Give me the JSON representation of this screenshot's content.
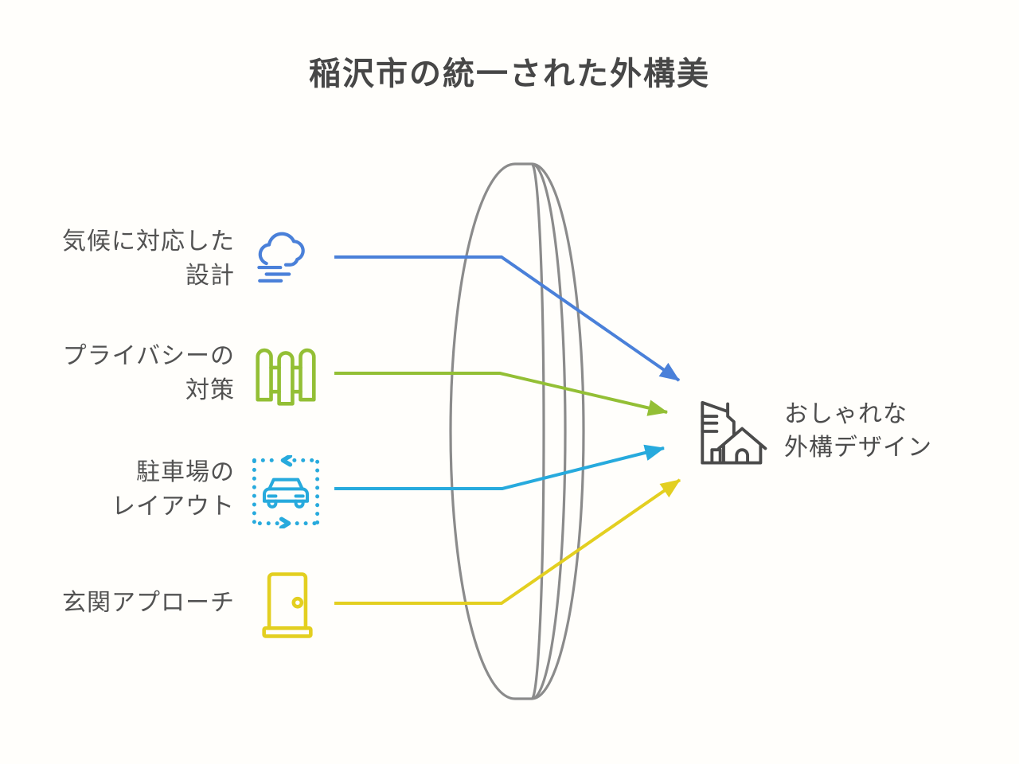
{
  "title": "稲沢市の統一された外構美",
  "colors": {
    "blue": "#4a80d9",
    "green": "#93bf35",
    "cyan": "#27aadd",
    "yellow": "#e3cf20",
    "lens_gray": "#8b8b8b",
    "icon_dark": "#4a4a4a",
    "title_text": "#474747",
    "label_text": "#525252"
  },
  "sources": [
    {
      "id": "climate",
      "label_lines": [
        "気候に対応した",
        "設計"
      ],
      "icon": "wind-cloud-icon",
      "color": "#4a80d9"
    },
    {
      "id": "privacy",
      "label_lines": [
        "プライバシーの",
        "対策"
      ],
      "icon": "fence-icon",
      "color": "#93bf35"
    },
    {
      "id": "parking",
      "label_lines": [
        "駐車場の",
        "レイアウト"
      ],
      "icon": "car-parking-icon",
      "color": "#27aadd"
    },
    {
      "id": "entrance",
      "label_lines": [
        "玄関アプローチ"
      ],
      "icon": "door-icon",
      "color": "#e3cf20"
    }
  ],
  "result": {
    "label_lines": [
      "おしゃれな",
      "外構デザイン"
    ],
    "icon": "building-house-icon",
    "color": "#4a4a4a"
  },
  "lens": {
    "shape": "lens",
    "color": "#8b8b8b"
  }
}
